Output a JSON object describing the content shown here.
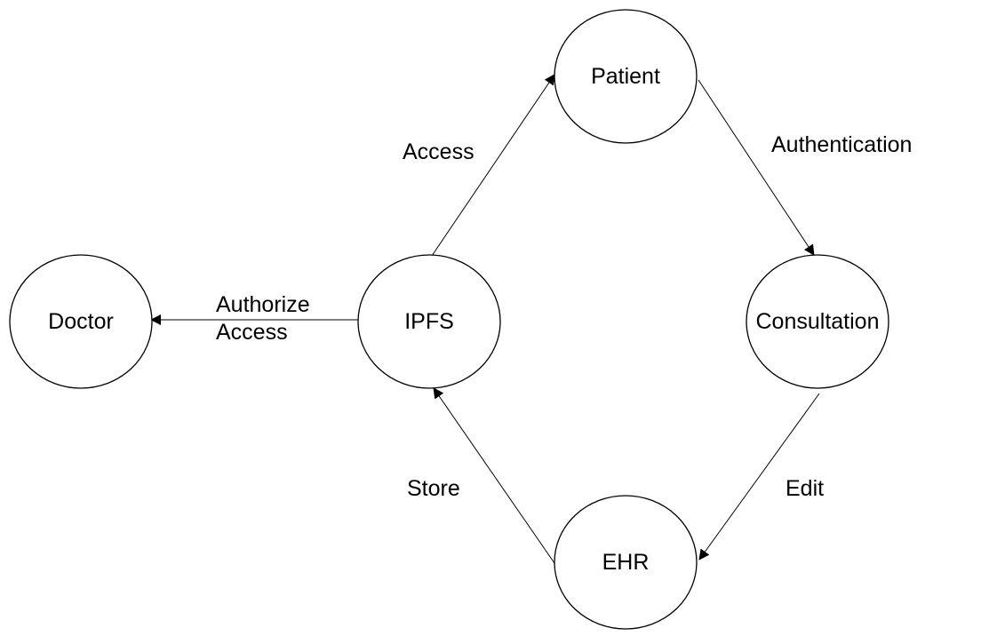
{
  "diagram": {
    "nodes": [
      {
        "id": "doctor",
        "label": "Doctor"
      },
      {
        "id": "ipfs",
        "label": "IPFS"
      },
      {
        "id": "patient",
        "label": "Patient"
      },
      {
        "id": "consultation",
        "label": "Consultation"
      },
      {
        "id": "ehr",
        "label": "EHR"
      }
    ],
    "edges": [
      {
        "from": "ipfs",
        "to": "doctor",
        "label_lines": [
          "Authorize",
          "Access"
        ]
      },
      {
        "from": "ipfs",
        "to": "patient",
        "label_lines": [
          "Access"
        ]
      },
      {
        "from": "patient",
        "to": "consultation",
        "label_lines": [
          "Authentication"
        ]
      },
      {
        "from": "consultation",
        "to": "ehr",
        "label_lines": [
          "Edit"
        ]
      },
      {
        "from": "ehr",
        "to": "ipfs",
        "label_lines": [
          "Store"
        ]
      }
    ]
  }
}
